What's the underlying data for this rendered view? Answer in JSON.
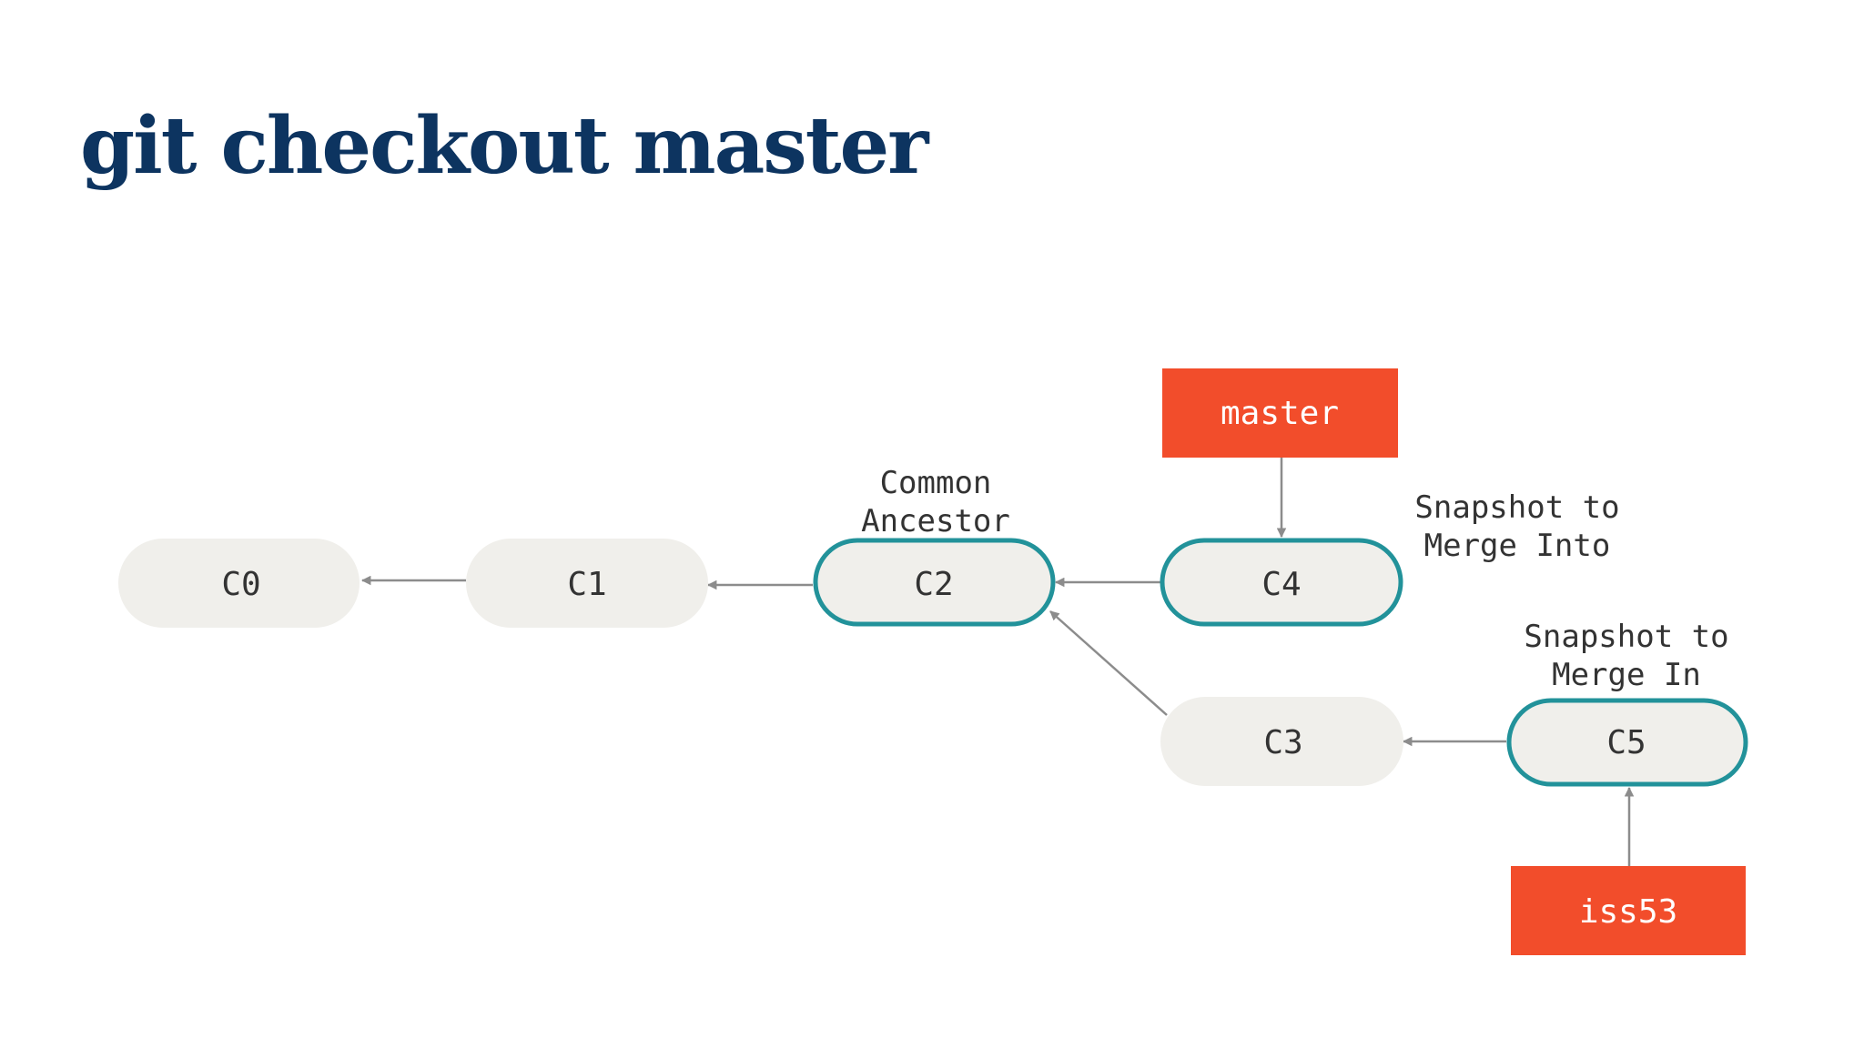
{
  "slide": {
    "title": "git checkout master"
  },
  "diagram": {
    "commits": {
      "c0": "C0",
      "c1": "C1",
      "c2": "C2",
      "c3": "C3",
      "c4": "C4",
      "c5": "C5"
    },
    "highlighted_commits": [
      "C2",
      "C4",
      "C5"
    ],
    "branches": {
      "master": "master",
      "iss53": "iss53"
    },
    "annotations": {
      "common_ancestor": [
        "Common",
        "Ancestor"
      ],
      "snapshot_into": [
        "Snapshot to",
        "Merge Into"
      ],
      "snapshot_in": [
        "Snapshot to",
        "Merge In"
      ]
    },
    "colors": {
      "title": "#0d3460",
      "commit_fill": "#f0efeb",
      "highlight_stroke": "#22929a",
      "branch_fill": "#f24d2b",
      "branch_text": "#ffffff",
      "arrow": "#8c8c8c",
      "text": "#333333"
    }
  }
}
